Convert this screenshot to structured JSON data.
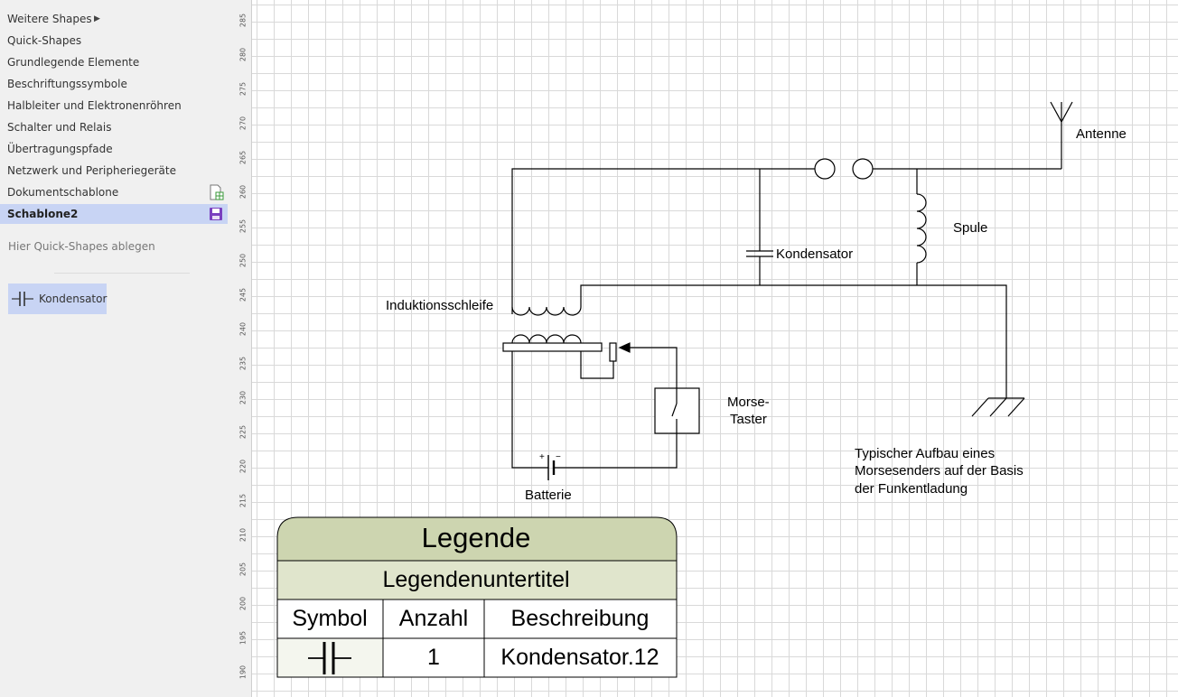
{
  "sidebar": {
    "items": [
      {
        "label": "Weitere Shapes"
      },
      {
        "label": "Quick-Shapes"
      },
      {
        "label": "Grundlegende Elemente"
      },
      {
        "label": "Beschriftungssymbole"
      },
      {
        "label": "Halbleiter und Elektronenröhren"
      },
      {
        "label": "Schalter und Relais"
      },
      {
        "label": "Übertragungspfade"
      },
      {
        "label": "Netzwerk und Peripheriegeräte"
      },
      {
        "label": "Dokumentschablone"
      },
      {
        "label": "Schablone2"
      }
    ],
    "drop_hint": "Hier Quick-Shapes ablegen",
    "quick_shape_label": "Kondensator"
  },
  "ruler": {
    "labels": [
      "285",
      "280",
      "275",
      "270",
      "265",
      "260",
      "255",
      "250",
      "245",
      "240",
      "235",
      "230",
      "225",
      "220",
      "215",
      "210",
      "205",
      "200",
      "195",
      "190"
    ]
  },
  "diagram": {
    "labels": {
      "antenne": "Antenne",
      "spule": "Spule",
      "kondensator": "Kondensator",
      "induktionsschleife": "Induktionsschleife",
      "morse_line1": "Morse-",
      "morse_line2": "Taster",
      "batterie": "Batterie",
      "plus": "+",
      "minus": "−"
    },
    "note": [
      "Typischer Aufbau eines",
      "Morsesenders auf der Basis",
      "der Funkentladung"
    ]
  },
  "legend": {
    "title": "Legende",
    "subtitle": "Legendenuntertitel",
    "headers": [
      "Symbol",
      "Anzahl",
      "Beschreibung"
    ],
    "rows": [
      {
        "count": "1",
        "description": "Kondensator.12"
      }
    ]
  },
  "colors": {
    "selected_bg": "#c8d4f4",
    "legend_title_bg": "#cdd5b0",
    "legend_subtitle_bg": "#e0e5cc",
    "legend_symbol_cell_bg": "#f4f6ee"
  },
  "icons": {
    "weitere_shapes_arrow": "chevron-right-icon",
    "dokumentschablone": "stencil-document-icon",
    "schablone2": "save-icon",
    "quick_shape": "capacitor-icon"
  }
}
